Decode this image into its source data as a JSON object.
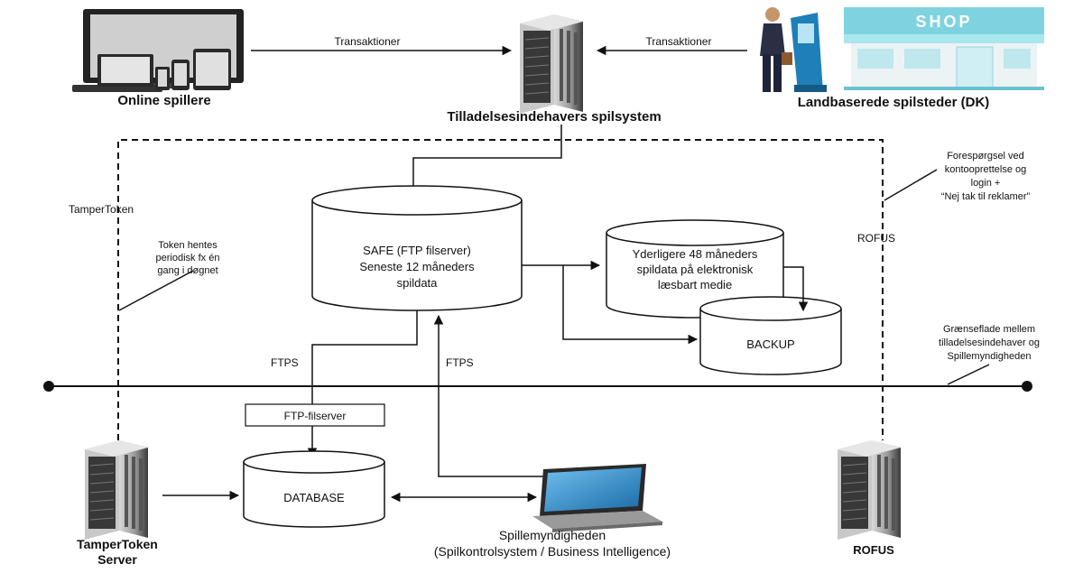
{
  "nodes": {
    "online_players": "Online spillere",
    "license_system": "Tilladelsesindehavers spilsystem",
    "land_based": "Landbaserede spilsteder (DK)",
    "shop_sign": "SHOP",
    "safe_line1": "SAFE (FTP filserver)",
    "safe_line2": "Seneste 12 måneders",
    "safe_line3": "spildata",
    "extra_line1": "Yderligere 48 måneders",
    "extra_line2": "spildata på elektronisk",
    "extra_line3": "læsbart medie",
    "backup": "BACKUP",
    "ftp_fileserver": "FTP-filserver",
    "database": "DATABASE",
    "tampertoken_server_line1": "TamperToken",
    "tampertoken_server_line2": "Server",
    "authority_line1": "Spillemyndigheden",
    "authority_line2": "(Spilkontrolsystem / Business Intelligence)",
    "rofus_server": "ROFUS"
  },
  "labels": {
    "transactions_left": "Transaktioner",
    "transactions_right": "Transaktioner",
    "tampertoken": "TamperToken",
    "token_note_line1": "Token hentes",
    "token_note_line2": "periodisk fx én",
    "token_note_line3": "gang i døgnet",
    "ftps_left": "FTPS",
    "ftps_right": "FTPS",
    "rofus": "ROFUS",
    "rofus_note_line1": "Forespørgsel ved",
    "rofus_note_line2": "kontooprettelse og",
    "rofus_note_line3": "login +",
    "rofus_note_line4": "“Nej tak til reklamer”",
    "boundary_line1": "Grænseflade mellem",
    "boundary_line2": "tilladelsesindehaver og",
    "boundary_line3": "Spillemyndigheden"
  },
  "colors": {
    "line": "#111111",
    "shop_teal": "#7fd3e0",
    "server_dark": "#3a3a3a",
    "laptop_screen": "#2f8fc9"
  },
  "icons": [
    "computer-devices-icon",
    "server-icon",
    "kiosk-person-icon",
    "shop-icon",
    "laptop-icon"
  ]
}
